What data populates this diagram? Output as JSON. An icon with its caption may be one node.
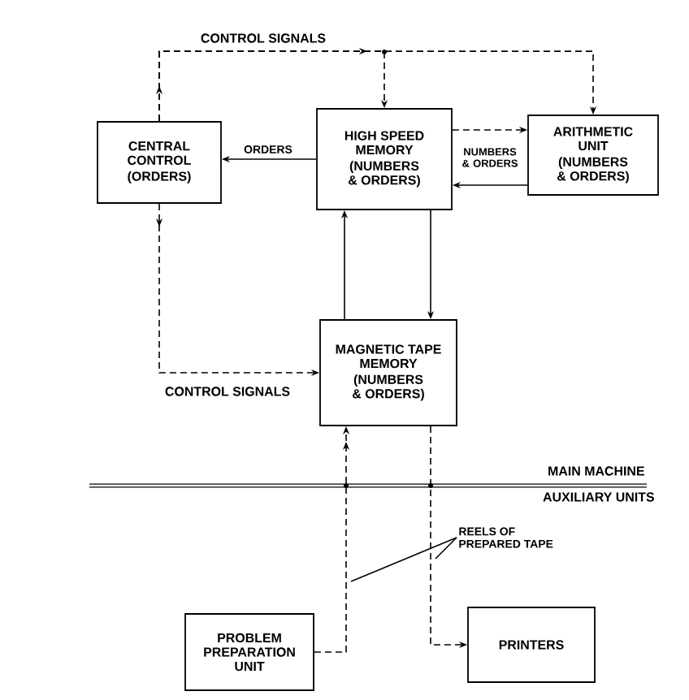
{
  "diagram": {
    "nodes": [
      {
        "text": [
          "CENTRAL CONTROL",
          "(ORDERS)"
        ]
      },
      {
        "text": [
          "HIGH SPEED MEMORY",
          "(NUMBERS & ORDERS)"
        ]
      },
      {
        "text": [
          "ARITHMETIC UNIT",
          "(NUMBERS & ORDERS)"
        ]
      },
      {
        "text": [
          "MAGNETIC TAPE MEMORY",
          "(NUMBERS & ORDERS)"
        ]
      },
      {
        "text": [
          "REELS OF PREPARED TAPE"
        ]
      },
      {
        "text": [
          "PROBLEM PREPARATION UNIT"
        ]
      },
      {
        "text": [
          "PRINTERS"
        ]
      }
    ],
    "edges": [
      {
        "from": 0,
        "to": 1,
        "arrow": "to",
        "style": "dashed",
        "label": "CONTROL SIGNALS"
      },
      {
        "from": 0,
        "to": 2,
        "arrow": "to",
        "style": "dashed"
      },
      {
        "from": 1,
        "to": 0,
        "arrow": "to",
        "label": "ORDERS"
      },
      {
        "from": 1,
        "to": 2,
        "arrow": "to",
        "style": "dashed"
      },
      {
        "from": 2,
        "to": 1,
        "arrow": "to",
        "label": "NUMBERS & ORDERS"
      },
      {
        "from": 0,
        "to": 3,
        "arrow": "to",
        "style": "dashed",
        "label": "CONTROL SIGNALS"
      },
      {
        "from": 3,
        "to": 1,
        "arrow": "to"
      },
      {
        "from": 1,
        "to": 3,
        "arrow": "to"
      },
      {
        "from": 5,
        "to": 3,
        "arrow": "to",
        "style": "dashed"
      },
      {
        "from": 3,
        "to": 6,
        "arrow": "to",
        "style": "dashed"
      },
      {
        "from": 4,
        "to": null,
        "arrow": "none"
      },
      {
        "from": 4,
        "to": null,
        "arrow": "none"
      }
    ],
    "labels": [
      "MAIN MACHINE",
      "AUXILIARY UNITS"
    ]
  }
}
